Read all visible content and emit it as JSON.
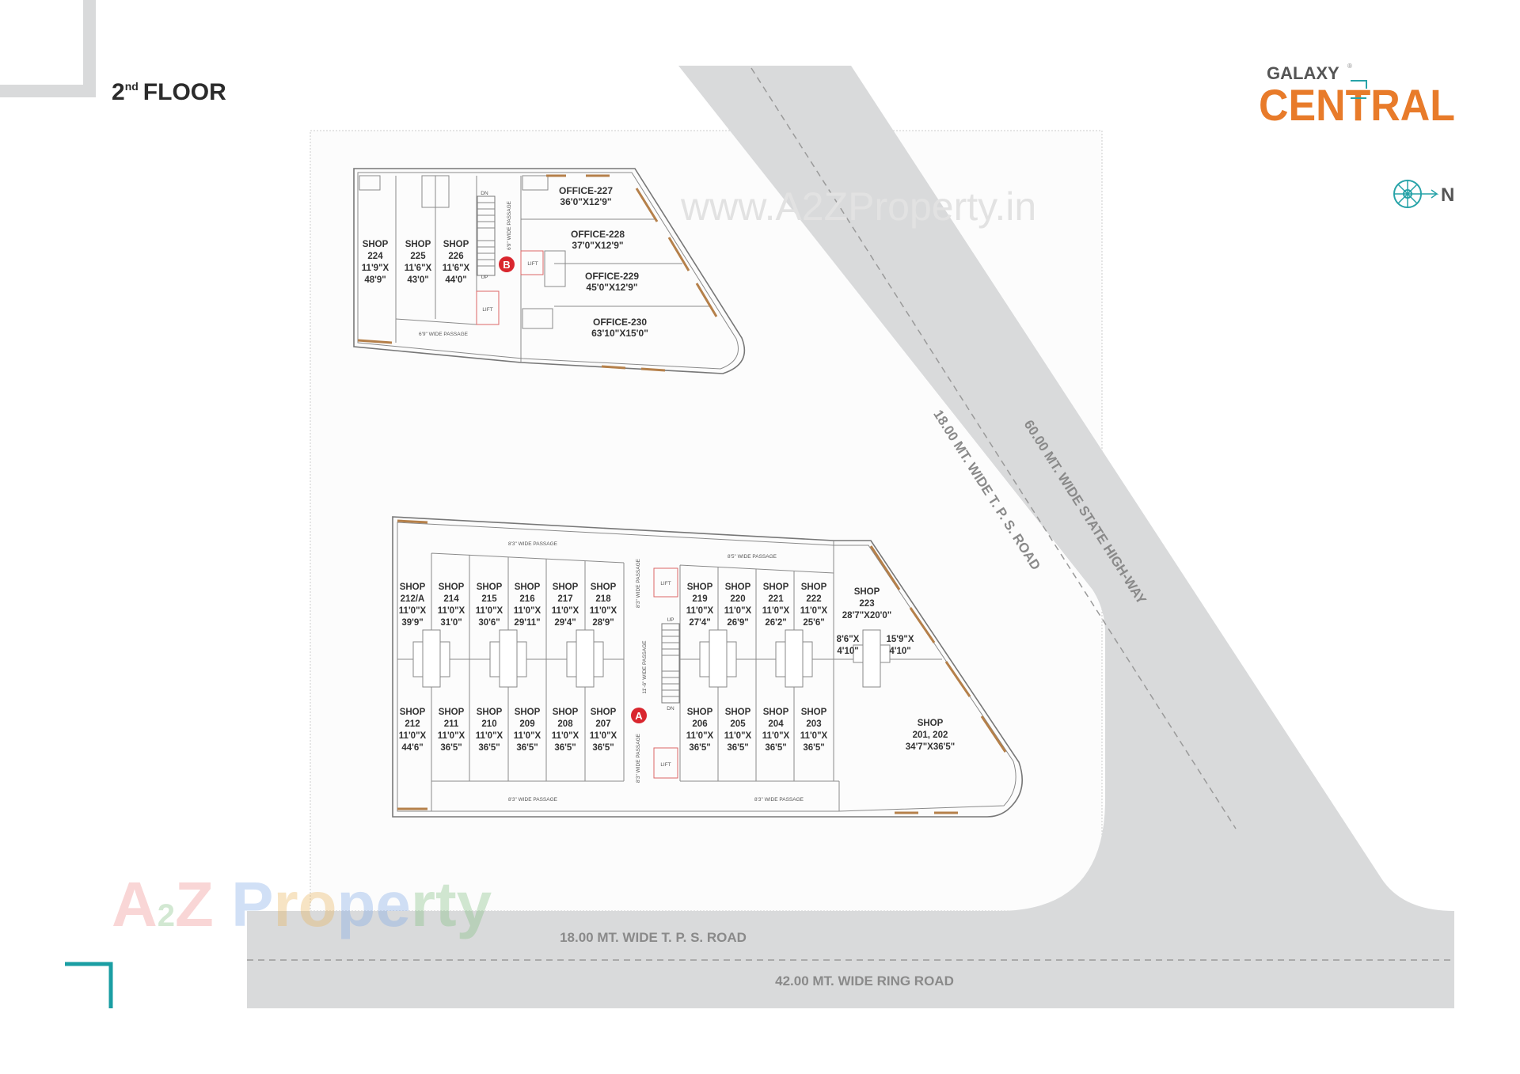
{
  "header": {
    "floor_number": "2",
    "floor_suffix": "nd",
    "floor_word": "FLOOR"
  },
  "logo": {
    "brand_top": "GALAXY",
    "registered": "®",
    "brand_main": "CENTRAL",
    "colors": {
      "orange": "#e87b2a",
      "teal": "#27a3a8",
      "gray": "#555555"
    }
  },
  "compass": {
    "label": "N",
    "icon": "compass-rose-icon"
  },
  "watermarks": {
    "site": "www.A2ZProperty.in",
    "brand": "A2Z Property"
  },
  "roads": {
    "diagonal_inner": "18.00 MT. WIDE T. P. S. ROAD",
    "diagonal_outer": "60.00 MT. WIDE STATE HIGH-WAY",
    "bottom_inner": "18.00 MT. WIDE T. P. S. ROAD",
    "bottom_outer": "42.00 MT. WIDE RING ROAD",
    "color": "#d9dadb"
  },
  "block_b": {
    "marker": "B",
    "shops": [
      {
        "label": "SHOP",
        "number": "224",
        "w": "11'9\"X",
        "l": "48'9\""
      },
      {
        "label": "SHOP",
        "number": "225",
        "w": "11'6\"X",
        "l": "43'0\""
      },
      {
        "label": "SHOP",
        "number": "226",
        "w": "11'6\"X",
        "l": "44'0\""
      }
    ],
    "offices": [
      {
        "name": "OFFICE-227",
        "size": "36'0\"X12'9\""
      },
      {
        "name": "OFFICE-228",
        "size": "37'0\"X12'9\""
      },
      {
        "name": "OFFICE-229",
        "size": "45'0\"X12'9\""
      },
      {
        "name": "OFFICE-230",
        "size": "63'10\"X15'0\""
      }
    ],
    "passage_h": "6'9\" WIDE PASSAGE",
    "passage_v": "6'9\" WIDE PASSAGE",
    "lift": "LIFT",
    "up": "UP",
    "dn": "DN"
  },
  "block_a": {
    "marker": "A",
    "upper_left": [
      {
        "label": "SHOP",
        "number": "212/A",
        "w": "11'0\"X",
        "l": "39'9\""
      },
      {
        "label": "SHOP",
        "number": "214",
        "w": "11'0\"X",
        "l": "31'0\""
      },
      {
        "label": "SHOP",
        "number": "215",
        "w": "11'0\"X",
        "l": "30'6\""
      },
      {
        "label": "SHOP",
        "number": "216",
        "w": "11'0\"X",
        "l": "29'11\""
      },
      {
        "label": "SHOP",
        "number": "217",
        "w": "11'0\"X",
        "l": "29'4\""
      },
      {
        "label": "SHOP",
        "number": "218",
        "w": "11'0\"X",
        "l": "28'9\""
      }
    ],
    "lower_left": [
      {
        "label": "SHOP",
        "number": "212",
        "w": "11'0\"X",
        "l": "44'6\""
      },
      {
        "label": "SHOP",
        "number": "211",
        "w": "11'0\"X",
        "l": "36'5\""
      },
      {
        "label": "SHOP",
        "number": "210",
        "w": "11'0\"X",
        "l": "36'5\""
      },
      {
        "label": "SHOP",
        "number": "209",
        "w": "11'0\"X",
        "l": "36'5\""
      },
      {
        "label": "SHOP",
        "number": "208",
        "w": "11'0\"X",
        "l": "36'5\""
      },
      {
        "label": "SHOP",
        "number": "207",
        "w": "11'0\"X",
        "l": "36'5\""
      }
    ],
    "upper_right": [
      {
        "label": "SHOP",
        "number": "219",
        "w": "11'0\"X",
        "l": "27'4\""
      },
      {
        "label": "SHOP",
        "number": "220",
        "w": "11'0\"X",
        "l": "26'9\""
      },
      {
        "label": "SHOP",
        "number": "221",
        "w": "11'0\"X",
        "l": "26'2\""
      },
      {
        "label": "SHOP",
        "number": "222",
        "w": "11'0\"X",
        "l": "25'6\""
      }
    ],
    "lower_right": [
      {
        "label": "SHOP",
        "number": "206",
        "w": "11'0\"X",
        "l": "36'5\""
      },
      {
        "label": "SHOP",
        "number": "205",
        "w": "11'0\"X",
        "l": "36'5\""
      },
      {
        "label": "SHOP",
        "number": "204",
        "w": "11'0\"X",
        "l": "36'5\""
      },
      {
        "label": "SHOP",
        "number": "203",
        "w": "11'0\"X",
        "l": "36'5\""
      }
    ],
    "shop_223": {
      "label": "SHOP",
      "number": "223",
      "size": "28'7\"X20'0\"",
      "side_left_w": "8'6\"X",
      "side_left_l": "4'10\"",
      "side_right_w": "15'9\"X",
      "side_right_l": "4'10\""
    },
    "shop_201_202": {
      "label": "SHOP",
      "number": "201, 202",
      "size": "34'7\"X36'5\""
    },
    "passages": {
      "top_left": "8'3\" WIDE PASSAGE",
      "top_right": "8'5\" WIDE PASSAGE",
      "bottom_left": "8'3\" WIDE PASSAGE",
      "bottom_right": "8'3\" WIDE PASSAGE",
      "vertical_top": "8'3\" WIDE PASSAGE",
      "vertical_mid": "11'-6\" WIDE PASSAGE",
      "vertical_bottom": "8'3\" WIDE PASSAGE"
    },
    "lift": "LIFT",
    "up": "UP",
    "dn": "DN"
  }
}
